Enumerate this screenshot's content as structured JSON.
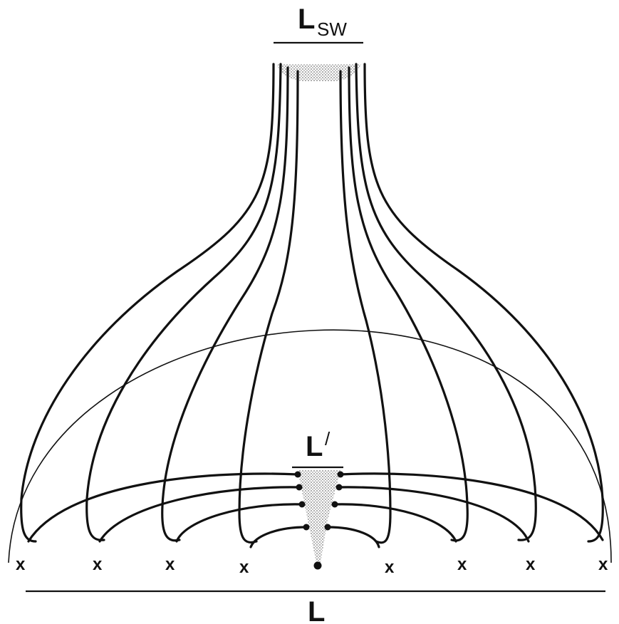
{
  "labels": {
    "top_main": "L",
    "top_sub": "SW",
    "middle_main": "L",
    "middle_sup": "/",
    "bottom": "L"
  },
  "markers": [
    "x",
    "x",
    "x",
    "x",
    "x",
    "x",
    "x",
    "x"
  ],
  "colors": {
    "ink": "#111111",
    "stipple": "#8a8a8a",
    "background": "#ffffff"
  }
}
